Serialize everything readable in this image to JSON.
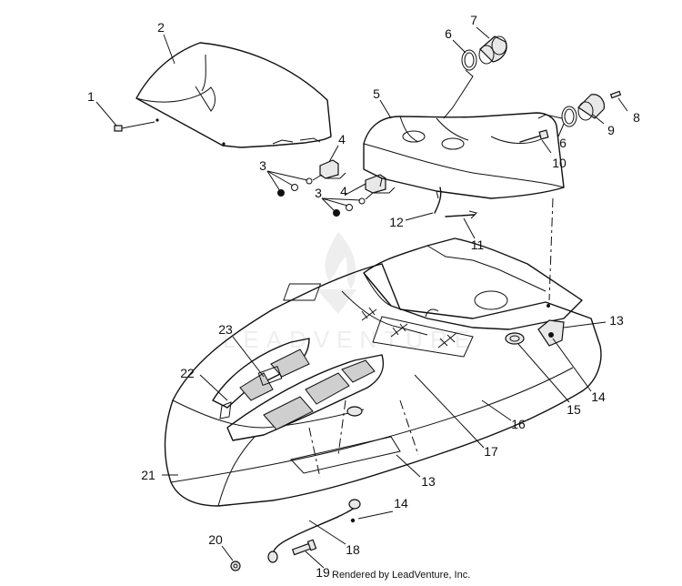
{
  "diagram": {
    "callouts": {
      "c1": "1",
      "c2": "2",
      "c3a": "3",
      "c3b": "3",
      "c4a": "4",
      "c4b": "4",
      "c5": "5",
      "c6a": "6",
      "c6b": "6",
      "c7": "7",
      "c8": "8",
      "c9": "9",
      "c10": "10",
      "c11": "11",
      "c12": "12",
      "c13a": "13",
      "c13b": "13",
      "c14a": "14",
      "c14b": "14",
      "c15": "15",
      "c16": "16",
      "c17": "17",
      "c18": "18",
      "c19": "19",
      "c20": "20",
      "c21": "21",
      "c22": "22",
      "c23": "23"
    },
    "credit": "Rendered by LeadVenture, Inc."
  }
}
